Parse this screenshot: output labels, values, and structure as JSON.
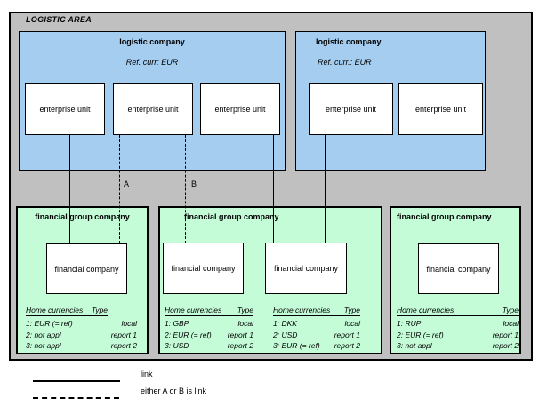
{
  "area": {
    "title": "LOGISTIC AREA"
  },
  "logistic_companies": [
    {
      "title": "logistic company",
      "ref_currency": "Ref. curr: EUR",
      "units": [
        "enterprise unit",
        "enterprise unit",
        "enterprise unit"
      ]
    },
    {
      "title": "logistic company",
      "ref_currency": "Ref. curr.: EUR",
      "units": [
        "enterprise unit",
        "enterprise unit"
      ]
    }
  ],
  "link_labels": {
    "a": "A",
    "b": "B"
  },
  "financial_groups": [
    {
      "title": "financial group company",
      "companies": [
        "financial company"
      ],
      "tables": [
        {
          "header_left": "Home currencies",
          "header_right": "Type",
          "rows": [
            {
              "currency": "1: EUR (= ref)",
              "type": "local"
            },
            {
              "currency": "2: not appl",
              "type": "report 1"
            },
            {
              "currency": "3: not appl",
              "type": "report 2"
            }
          ]
        }
      ]
    },
    {
      "title": "financial group company",
      "companies": [
        "financial company",
        "financial company"
      ],
      "tables": [
        {
          "header_left": "Home currencies",
          "header_right": "Type",
          "rows": [
            {
              "currency": "1: GBP",
              "type": "local"
            },
            {
              "currency": "2: EUR (= ref)",
              "type": "report 1"
            },
            {
              "currency": "3: USD",
              "type": "report 2"
            }
          ]
        },
        {
          "header_left": "Home currencies",
          "header_right": "Type",
          "rows": [
            {
              "currency": "1: DKK",
              "type": "local"
            },
            {
              "currency": "2: USD",
              "type": "report 1"
            },
            {
              "currency": "3: EUR (= ref)",
              "type": "report 2"
            }
          ]
        }
      ]
    },
    {
      "title": "financial group company",
      "companies": [
        "financial company"
      ],
      "tables": [
        {
          "header_left": "Home currencies",
          "header_right": "Type",
          "rows": [
            {
              "currency": "1: RUP",
              "type": "local"
            },
            {
              "currency": "2: EUR (= ref)",
              "type": "report 1"
            },
            {
              "currency": "3: not appl",
              "type": "report 2"
            }
          ]
        }
      ]
    }
  ],
  "legend": {
    "solid_label": "link",
    "dashed_label": "either A or B is link"
  },
  "colors": {
    "area_bg": "#c0c0c0",
    "logistic_bg": "#a5cdf0",
    "financial_bg": "#c4fcd8",
    "line": "#000000",
    "box_bg": "#ffffff"
  }
}
